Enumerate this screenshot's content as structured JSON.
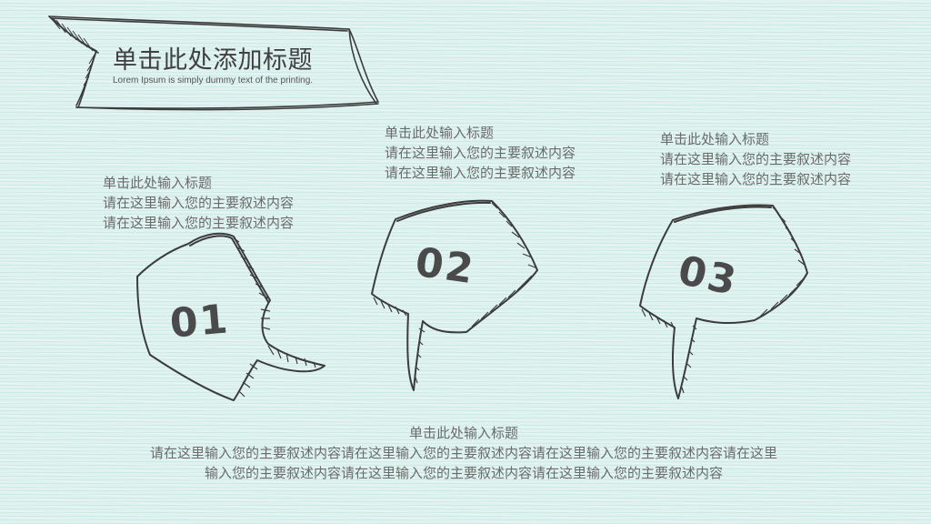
{
  "slide": {
    "title": "单击此处添加标题",
    "subtitle": "Lorem Ipsum is simply dummy text of the printing."
  },
  "items": [
    {
      "number": "01",
      "heading": "单击此处输入标题",
      "body1": "请在这里输入您的主要叙述内容",
      "body2": "请在这里输入您的主要叙述内容"
    },
    {
      "number": "02",
      "heading": "单击此处输入标题",
      "body1": "请在这里输入您的主要叙述内容",
      "body2": "请在这里输入您的主要叙述内容"
    },
    {
      "number": "03",
      "heading": "单击此处输入标题",
      "body1": "请在这里输入您的主要叙述内容",
      "body2": "请在这里输入您的主要叙述内容"
    }
  ],
  "summary": {
    "heading": "单击此处输入标题",
    "body": "请在这里输入您的主要叙述内容请在这里输入您的主要叙述内容请在这里输入您的主要叙述内容请在这里输入您的主要叙述内容请在这里输入您的主要叙述内容请在这里输入您的主要叙述内容"
  },
  "colors": {
    "background": "#dff2ef",
    "ink": "#3c3c3c",
    "text": "#6b6b6b"
  }
}
